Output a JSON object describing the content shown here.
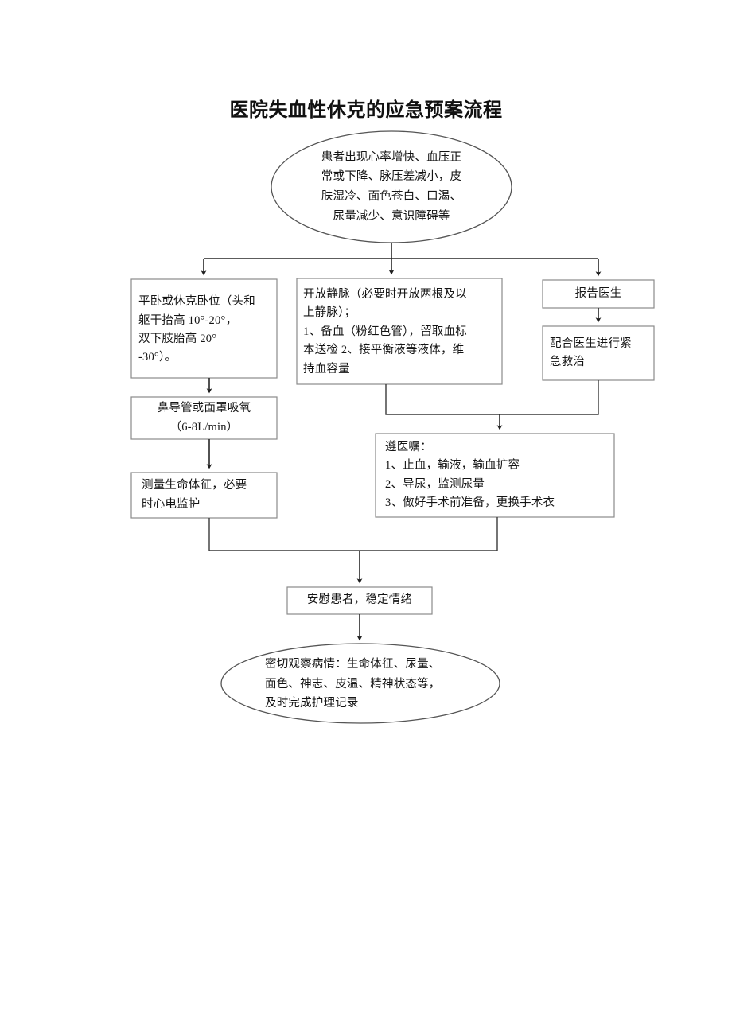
{
  "document": {
    "title": "医院失血性休克的应急预案流程",
    "page_background": "#ffffff",
    "ink_color": "#141414",
    "box_border_color": "#8a8a8a",
    "connector_color": "#262626"
  },
  "flowchart": {
    "type": "flowchart",
    "orientation": "top-to-bottom",
    "nodes": [
      {
        "id": "start",
        "shape": "ellipse",
        "text": "患者出现心率增快、血压正\n常或下降、脉压差减小，皮\n肤湿冷、面色苍白、口渴、\n尿量减少、意识障碍等"
      },
      {
        "id": "position",
        "shape": "rectangle",
        "text": "平卧或休克卧位（头和\n躯干抬高 10°-20°，\n双下肢胎高 20°\n-30°）。"
      },
      {
        "id": "iv-access",
        "shape": "rectangle",
        "text": "开放静脉（必要时开放两根及以\n上静脉）；\n1、备血（粉红色管），留取血标\n本送检 2、接平衡液等液体，维\n持血容量"
      },
      {
        "id": "report-doctor",
        "shape": "rectangle",
        "text": "报告医生"
      },
      {
        "id": "assist-doctor",
        "shape": "rectangle",
        "text": "配合医生进行紧\n急救治"
      },
      {
        "id": "oxygen",
        "shape": "rectangle",
        "text": "鼻导管或面罩吸氧\n（6-8L/min）"
      },
      {
        "id": "vital-signs",
        "shape": "rectangle",
        "text": "测量生命体征，必要\n时心电监护"
      },
      {
        "id": "doctor-orders",
        "shape": "rectangle",
        "text": "遵医嘱：\n1、止血，输液，输血扩容\n2、导尿，监测尿量\n3、做好手术前准备，更换手术衣"
      },
      {
        "id": "comfort",
        "shape": "rectangle",
        "text": "安慰患者，稳定情绪"
      },
      {
        "id": "observe",
        "shape": "ellipse",
        "text": "密切观察病情：生命体征、尿量、\n面色、神志、皮温、精神状态等，\n及时完成护理记录"
      }
    ],
    "edges": [
      {
        "from": "start",
        "to": "position"
      },
      {
        "from": "start",
        "to": "iv-access"
      },
      {
        "from": "start",
        "to": "report-doctor"
      },
      {
        "from": "position",
        "to": "oxygen"
      },
      {
        "from": "oxygen",
        "to": "vital-signs"
      },
      {
        "from": "report-doctor",
        "to": "assist-doctor"
      },
      {
        "from": "iv-access",
        "to": "doctor-orders"
      },
      {
        "from": "assist-doctor",
        "to": "doctor-orders"
      },
      {
        "from": "vital-signs",
        "to": "comfort"
      },
      {
        "from": "doctor-orders",
        "to": "comfort"
      },
      {
        "from": "comfort",
        "to": "observe"
      }
    ]
  }
}
